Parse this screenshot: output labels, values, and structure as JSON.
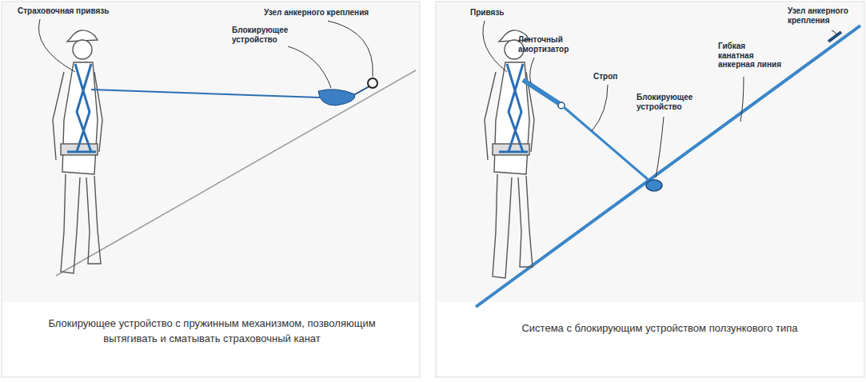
{
  "diagram": {
    "labels": [
      "Страховочная привязь",
      "Узел анкерного крепления",
      "Блокирующее устройство",
      "Блокирующее устройство с пружинным механизмом, позволяющим вытягивать и сматывать страховочный канат",
      "Привязь",
      "Ленточный амортизатор",
      "Строп",
      "Блокирующее устройство",
      "Гибкая канатная анкерная линия",
      "Узел анкерного крепления",
      "Система с блокирующим устройством ползункового типа"
    ]
  }
}
